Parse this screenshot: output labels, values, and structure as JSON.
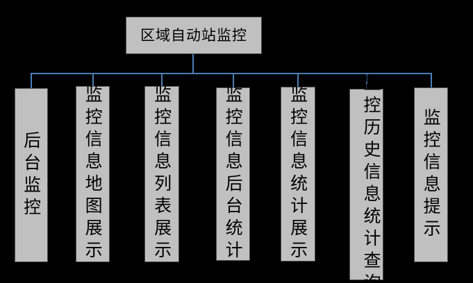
{
  "diagram": {
    "type": "organization-tree",
    "orientation": "top-down",
    "background_color": "#000000",
    "node_fill_color": "#c0c0c0",
    "node_border_color": "#4d4d4d",
    "connector_color": "#4a7ebb",
    "root": {
      "label": "区域自动站监控",
      "text_direction": "horizontal"
    },
    "children": [
      {
        "label": "后台监控",
        "text_direction": "vertical"
      },
      {
        "label": "监控信息地图展示",
        "text_direction": "vertical"
      },
      {
        "label": "监控信息列表展示",
        "text_direction": "vertical"
      },
      {
        "label": "监控信息后台统计",
        "text_direction": "vertical"
      },
      {
        "label": "监控信息统计展示",
        "text_direction": "vertical"
      },
      {
        "label": "监控历史信息统计查询",
        "text_direction": "vertical"
      },
      {
        "label": "监控信息提示",
        "text_direction": "vertical"
      }
    ]
  }
}
